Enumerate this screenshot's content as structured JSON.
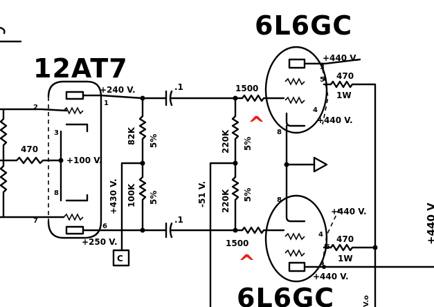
{
  "tubes": {
    "preamp": "12AT7",
    "power_top": "6L6GC",
    "power_bottom": "6L6GC"
  },
  "voltages": {
    "v240": "+240 V.",
    "v100": "+100 V.",
    "v430": "+430 V.",
    "v250": "+250 V.",
    "neg51": "-51 V.",
    "v440_top_plate": "+440 V.",
    "v440_top_screen": "+440 V.",
    "v440_bot_screen": "+440 V.",
    "v440_bot_plate": "+440 V.",
    "v440_side": "+440 V",
    "vo": "V.o"
  },
  "components": {
    "r470_cathode": "470",
    "cap_top": ".1",
    "cap_bot": ".1",
    "r82k": "82K",
    "r82k_tol": "5%",
    "r100k": "100K",
    "r100k_tol": "5%",
    "r220k_top": "220K",
    "r220k_top_tol": "5%",
    "r220k_bot": "220K",
    "r220k_bot_tol": "5%",
    "r1500_top": "1500",
    "r1500_bot": "1500",
    "r470_top": "470",
    "r470_top_w": "1W",
    "r470_bot": "470",
    "r470_bot_w": "1W",
    "node_c": "C"
  },
  "pins": {
    "p2": "2",
    "p1": "1",
    "p3": "3",
    "p8": "8",
    "p7": "7",
    "p6": "6",
    "t_p3": "3",
    "t_p5": "5",
    "t_p4": "4",
    "t_p8": "8",
    "b_p8": "8",
    "b_p5": "5",
    "b_p4": "4",
    "b_p3": "3"
  },
  "markers": {
    "top": "^",
    "bottom": "^"
  }
}
